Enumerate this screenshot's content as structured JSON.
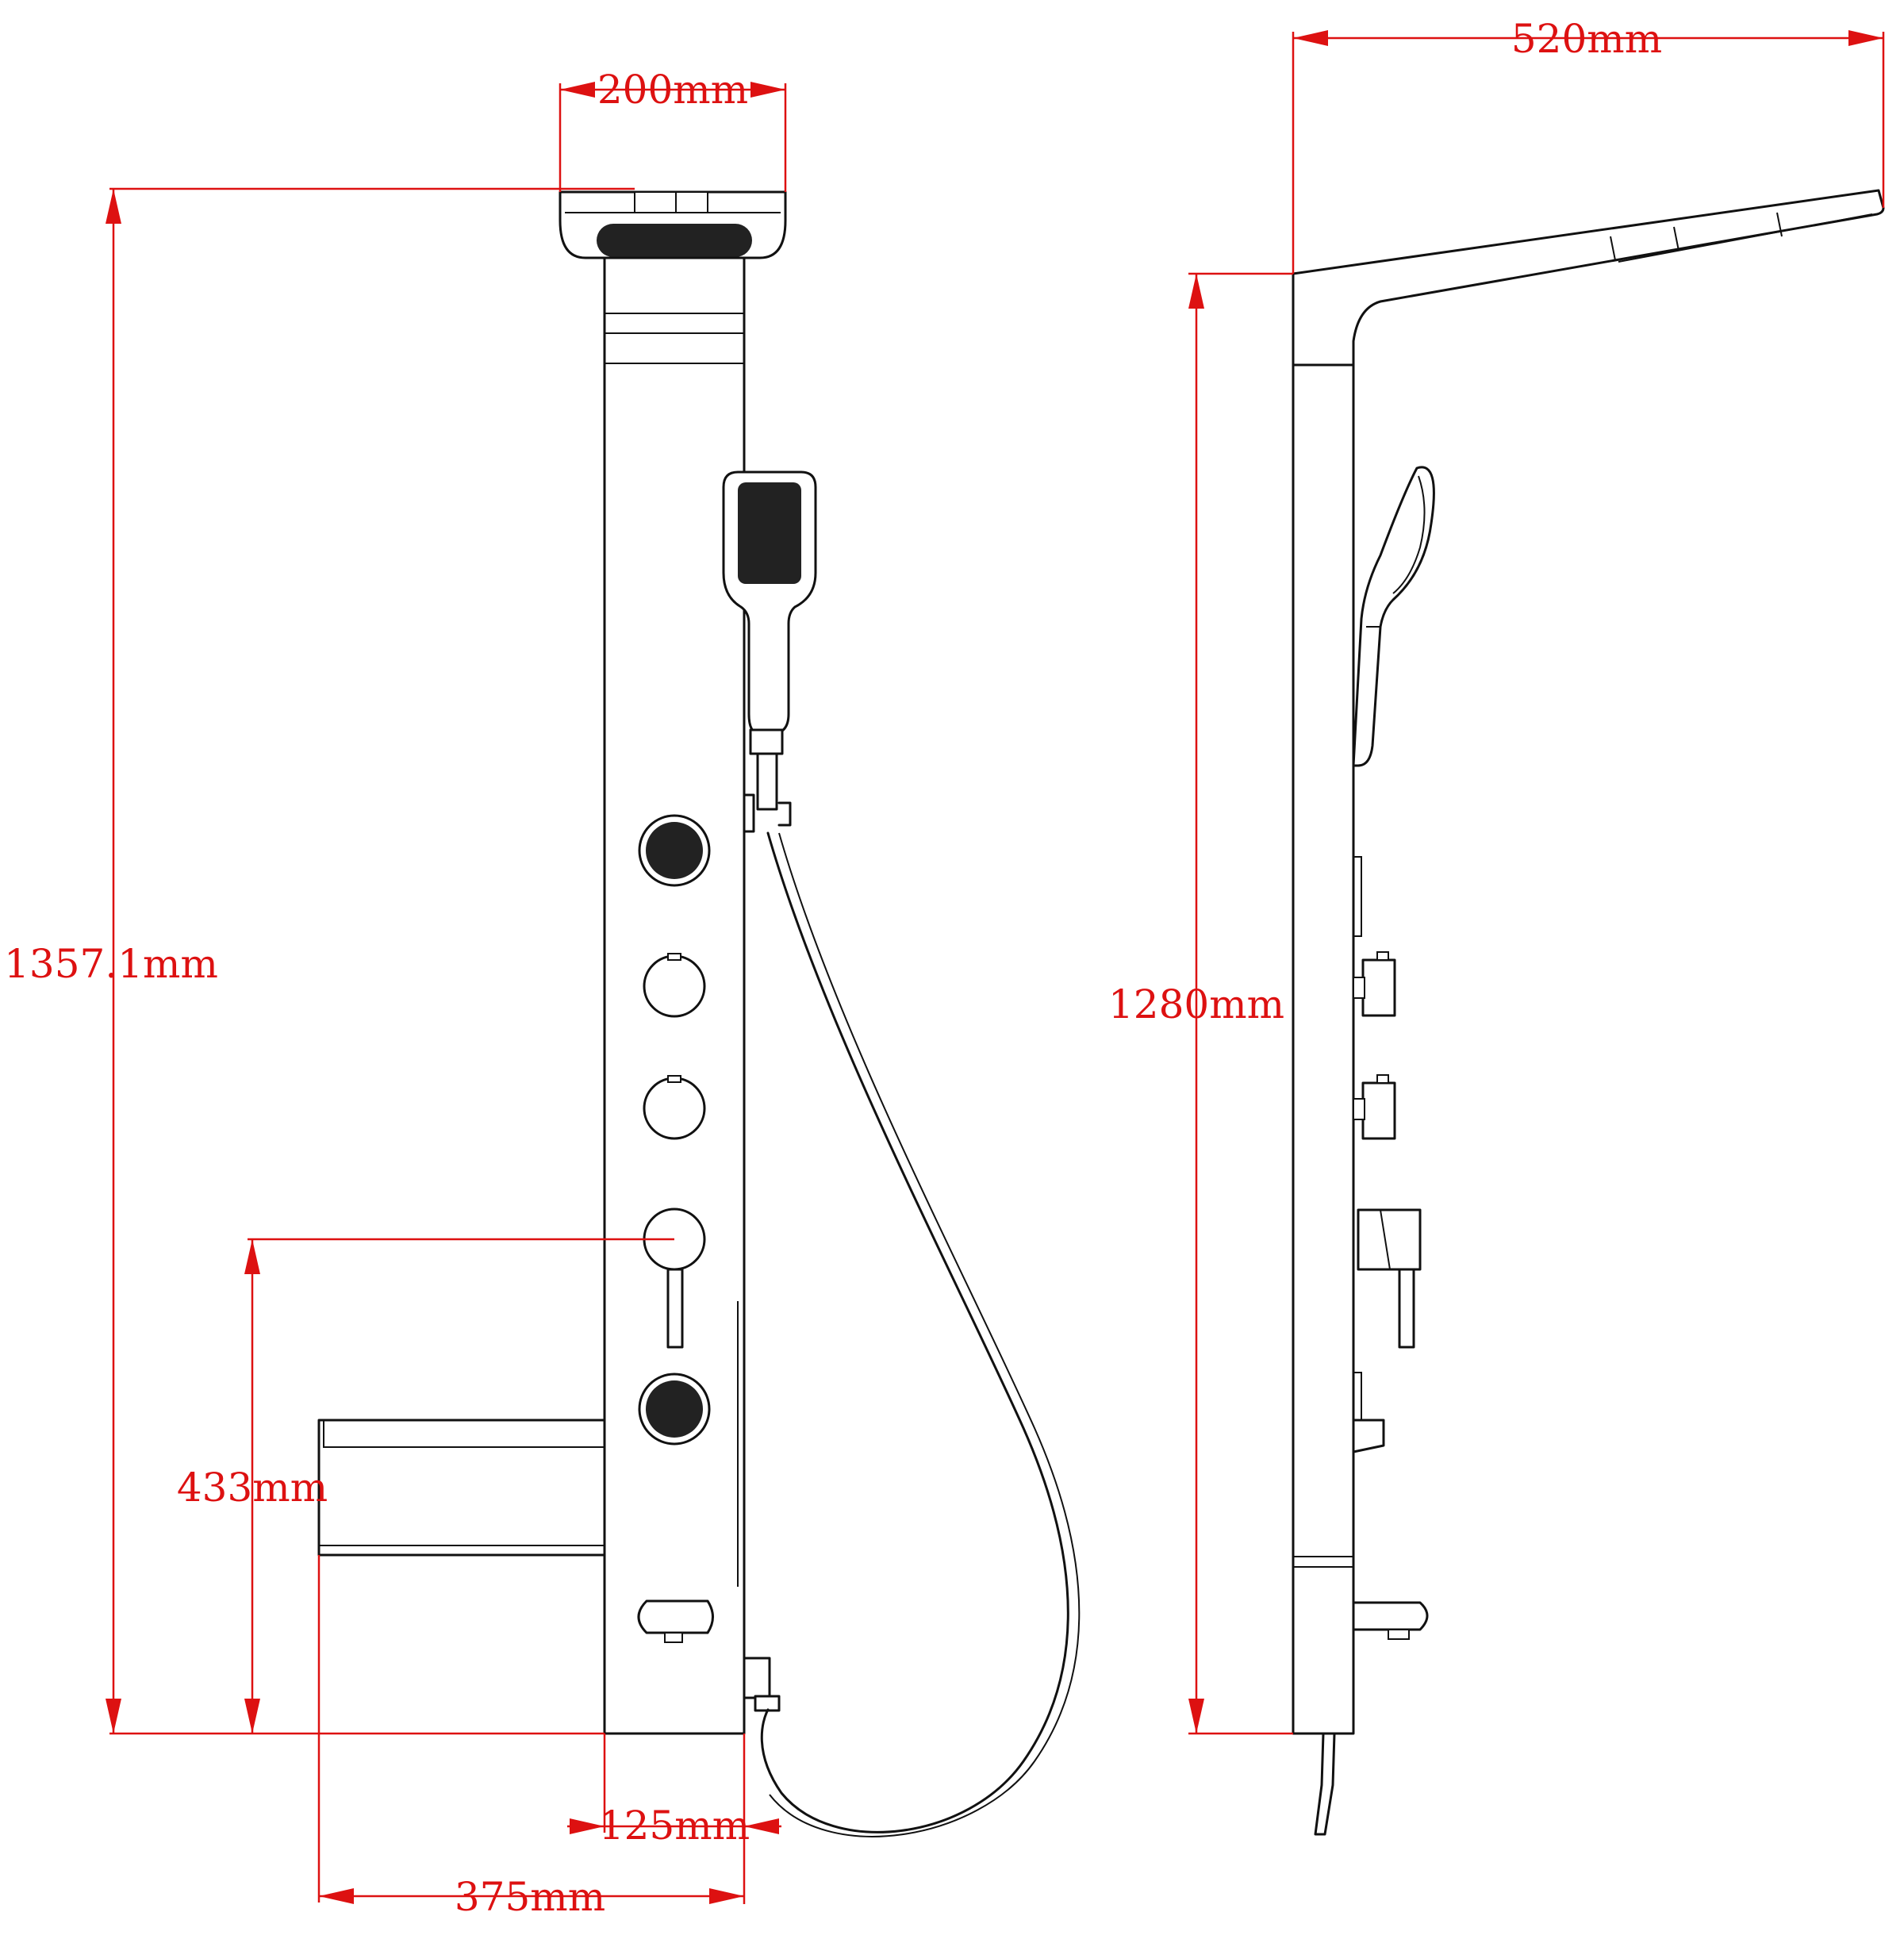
{
  "colors": {
    "dimension": "#dd1111",
    "outline": "#111111",
    "background": "#ffffff"
  },
  "views": {
    "front": {
      "components": [
        "rain-shower-head",
        "column-panel",
        "hand-shower",
        "shower-hose",
        "body-jet",
        "diverter-knob",
        "mixer-handle",
        "tub-spout",
        "shelf",
        "hose-connector"
      ]
    },
    "side": {
      "components": [
        "overhead-arm",
        "column-panel",
        "hand-shower",
        "diverter-knob",
        "mixer-handle",
        "tub-spout",
        "shelf"
      ]
    }
  },
  "dimensions": {
    "top_width": "200mm",
    "total_height": "1357.1mm",
    "mixer_height": "433mm",
    "panel_width": "125mm",
    "shelf_span": "375mm",
    "arm_reach": "520mm",
    "side_height": "1280mm"
  }
}
